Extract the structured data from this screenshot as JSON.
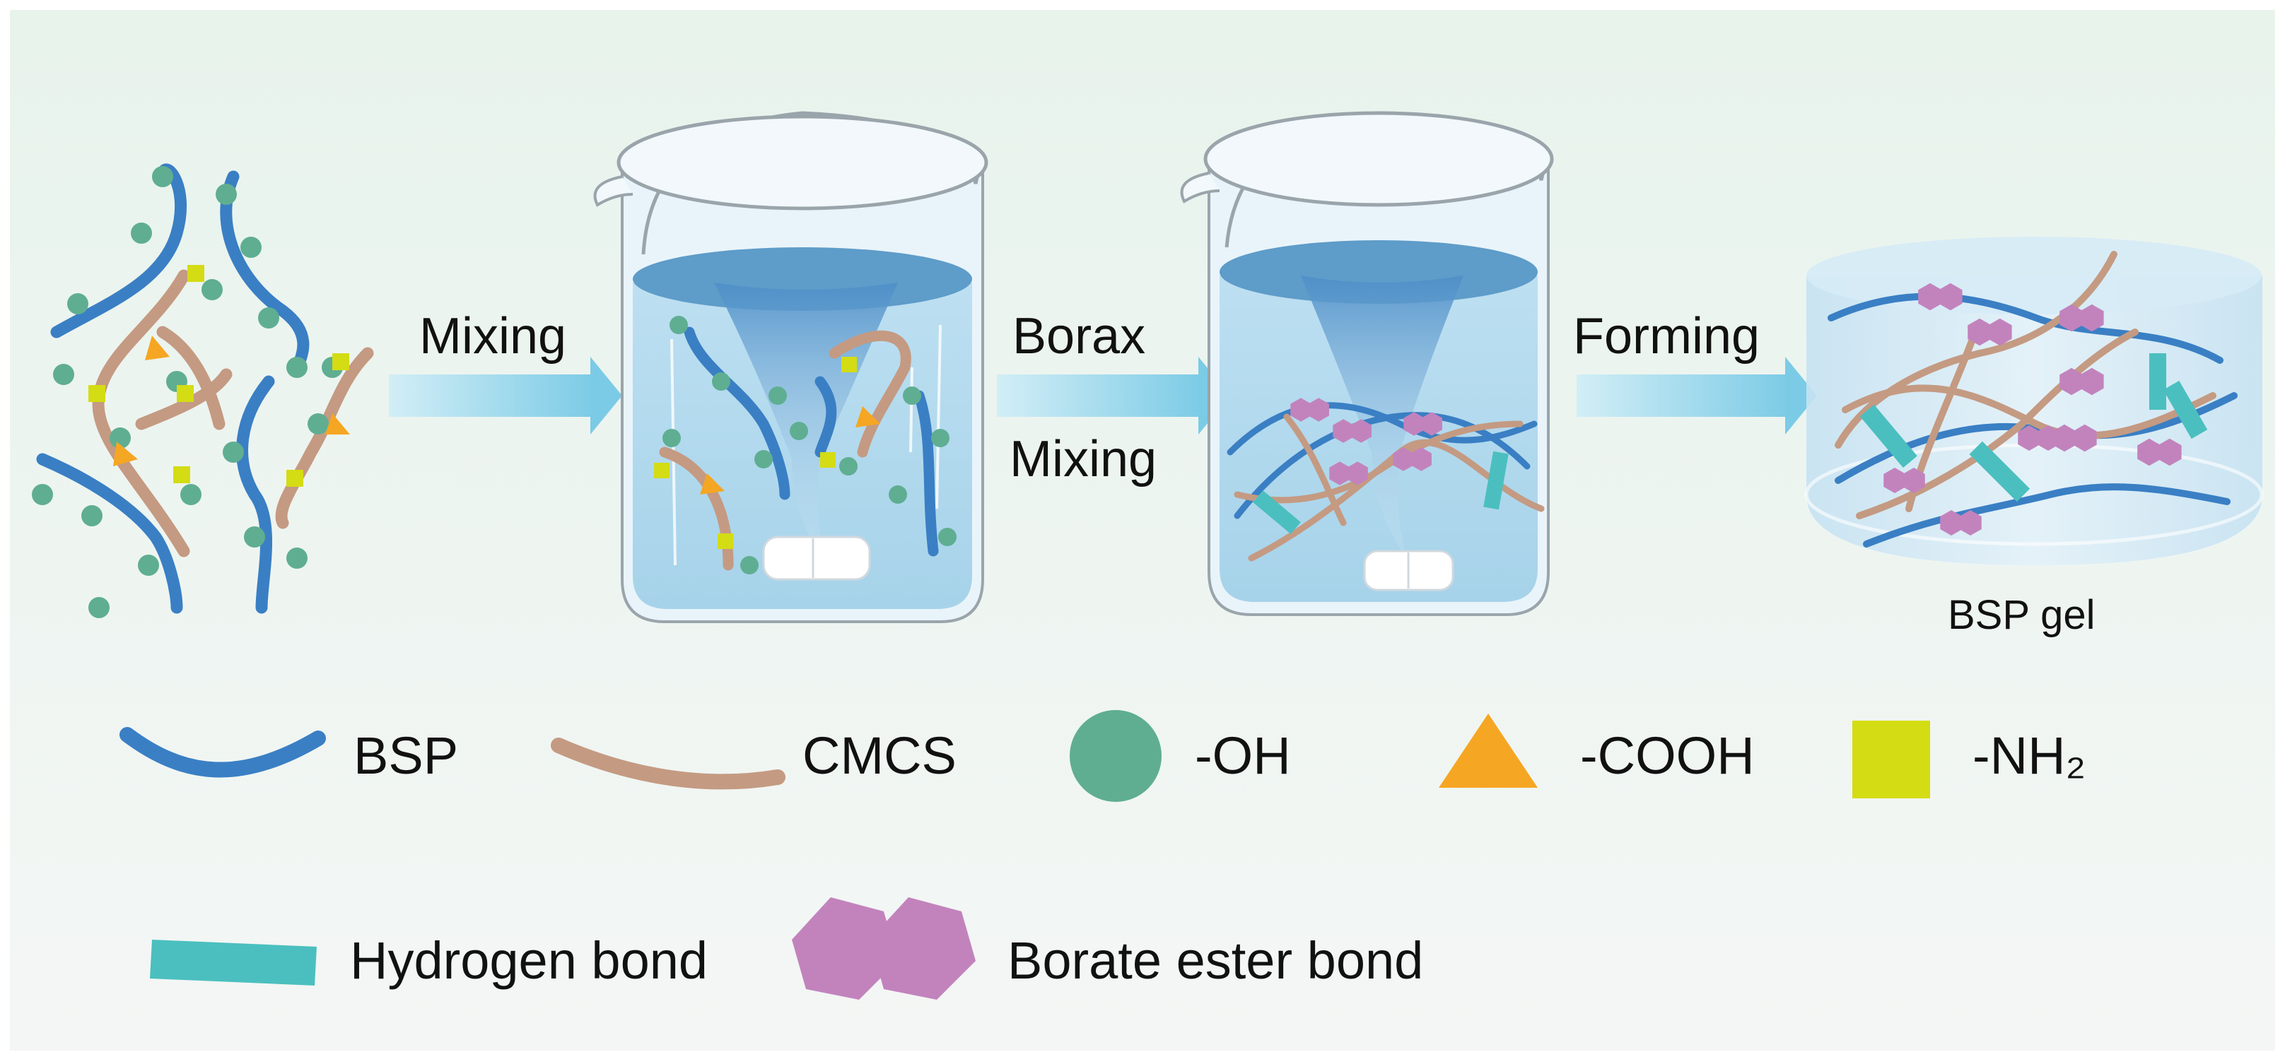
{
  "steps": [
    {
      "label": "Mixing"
    },
    {
      "label_top": "Borax",
      "label_bottom": "Mixing"
    },
    {
      "label": "Forming"
    }
  ],
  "product_label": "BSP gel",
  "legend": {
    "items": [
      {
        "label": "BSP",
        "icon": "blue-chain"
      },
      {
        "label": "CMCS",
        "icon": "tan-chain"
      },
      {
        "label": "-OH",
        "icon": "green-circle"
      },
      {
        "label": "-COOH",
        "icon": "orange-triangle"
      },
      {
        "label": "-NH₂",
        "icon": "yellow-square"
      },
      {
        "label": "Hydrogen bond",
        "icon": "teal-bar"
      },
      {
        "label": "Borate ester bond",
        "icon": "purple-hexagons"
      }
    ]
  },
  "colors": {
    "bsp": "#3a7fc4",
    "cmcs": "#c49a82",
    "oh": "#5fae92",
    "cooh": "#f5a623",
    "nh2": "#d4dc14",
    "hydrogen_bond": "#4bbfbf",
    "borate_ester": "#c283bd",
    "arrow": "#8fd3e8"
  }
}
